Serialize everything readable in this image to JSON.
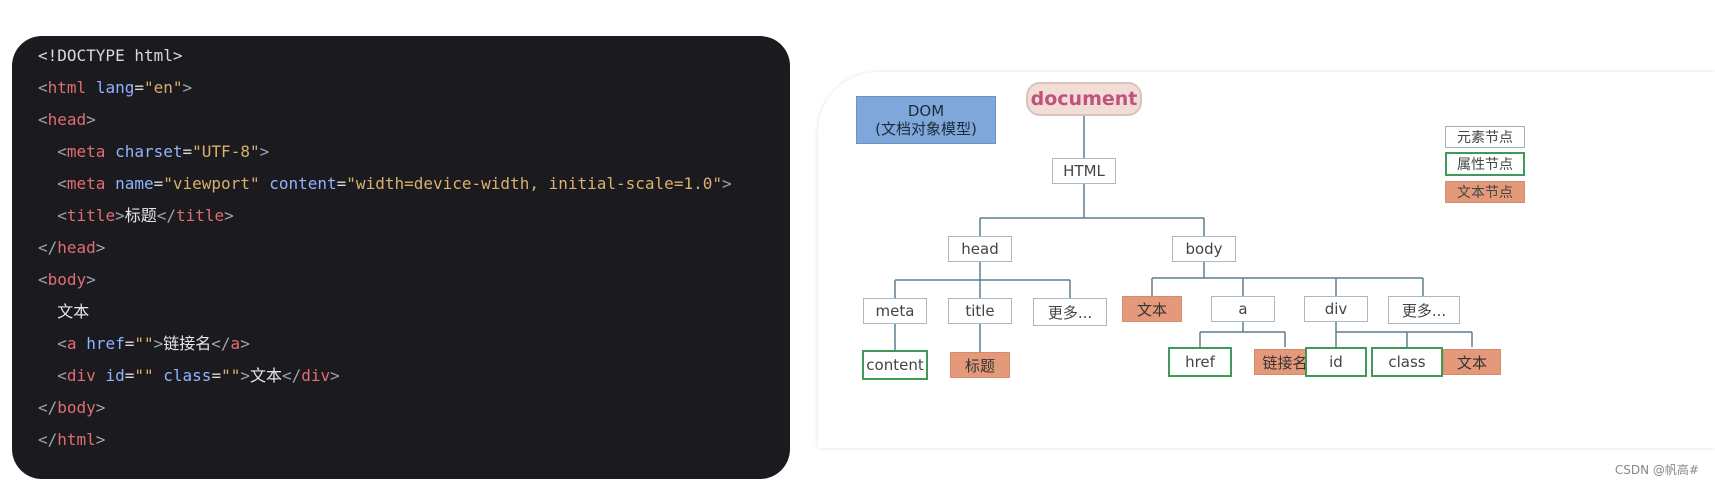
{
  "code": {
    "lines": [
      [
        {
          "t": "pl",
          "v": "<!DOCTYPE html>"
        }
      ],
      [
        {
          "t": "br",
          "v": "<"
        },
        {
          "t": "tag",
          "v": "html"
        },
        {
          "t": "pl",
          "v": " "
        },
        {
          "t": "attr",
          "v": "lang"
        },
        {
          "t": "pl",
          "v": "="
        },
        {
          "t": "str",
          "v": "\"en\""
        },
        {
          "t": "br",
          "v": ">"
        }
      ],
      [
        {
          "t": "br",
          "v": "<"
        },
        {
          "t": "tag",
          "v": "head"
        },
        {
          "t": "br",
          "v": ">"
        }
      ],
      [
        {
          "t": "pl",
          "v": "  "
        },
        {
          "t": "br",
          "v": "<"
        },
        {
          "t": "tag",
          "v": "meta"
        },
        {
          "t": "pl",
          "v": " "
        },
        {
          "t": "attr",
          "v": "charset"
        },
        {
          "t": "pl",
          "v": "="
        },
        {
          "t": "str",
          "v": "\"UTF-8\""
        },
        {
          "t": "br",
          "v": ">"
        }
      ],
      [
        {
          "t": "pl",
          "v": "  "
        },
        {
          "t": "br",
          "v": "<"
        },
        {
          "t": "tag",
          "v": "meta"
        },
        {
          "t": "pl",
          "v": " "
        },
        {
          "t": "attr",
          "v": "name"
        },
        {
          "t": "pl",
          "v": "="
        },
        {
          "t": "str",
          "v": "\"viewport\""
        },
        {
          "t": "pl",
          "v": " "
        },
        {
          "t": "attr",
          "v": "content"
        },
        {
          "t": "pl",
          "v": "="
        },
        {
          "t": "str",
          "v": "\"width=device-width, initial-scale=1.0\""
        },
        {
          "t": "br",
          "v": ">"
        }
      ],
      [
        {
          "t": "pl",
          "v": "  "
        },
        {
          "t": "br",
          "v": "<"
        },
        {
          "t": "tag",
          "v": "title"
        },
        {
          "t": "br",
          "v": ">"
        },
        {
          "t": "txt",
          "v": "标题"
        },
        {
          "t": "br",
          "v": "</"
        },
        {
          "t": "tag",
          "v": "title"
        },
        {
          "t": "br",
          "v": ">"
        }
      ],
      [
        {
          "t": "br",
          "v": "</"
        },
        {
          "t": "tag",
          "v": "head"
        },
        {
          "t": "br",
          "v": ">"
        }
      ],
      [
        {
          "t": "br",
          "v": "<"
        },
        {
          "t": "tag",
          "v": "body"
        },
        {
          "t": "br",
          "v": ">"
        }
      ],
      [
        {
          "t": "pl",
          "v": "  "
        },
        {
          "t": "txt",
          "v": "文本"
        }
      ],
      [
        {
          "t": "pl",
          "v": "  "
        },
        {
          "t": "br",
          "v": "<"
        },
        {
          "t": "tag",
          "v": "a"
        },
        {
          "t": "pl",
          "v": " "
        },
        {
          "t": "attr",
          "v": "href"
        },
        {
          "t": "pl",
          "v": "="
        },
        {
          "t": "str",
          "v": "\"\""
        },
        {
          "t": "br",
          "v": ">"
        },
        {
          "t": "txt",
          "v": "链接名"
        },
        {
          "t": "br",
          "v": "</"
        },
        {
          "t": "tag",
          "v": "a"
        },
        {
          "t": "br",
          "v": ">"
        }
      ],
      [
        {
          "t": "pl",
          "v": "  "
        },
        {
          "t": "br",
          "v": "<"
        },
        {
          "t": "tag",
          "v": "div"
        },
        {
          "t": "pl",
          "v": " "
        },
        {
          "t": "attr",
          "v": "id"
        },
        {
          "t": "pl",
          "v": "="
        },
        {
          "t": "str",
          "v": "\"\""
        },
        {
          "t": "pl",
          "v": " "
        },
        {
          "t": "attr",
          "v": "class"
        },
        {
          "t": "pl",
          "v": "="
        },
        {
          "t": "str",
          "v": "\"\""
        },
        {
          "t": "br",
          "v": ">"
        },
        {
          "t": "txt",
          "v": "文本"
        },
        {
          "t": "br",
          "v": "</"
        },
        {
          "t": "tag",
          "v": "div"
        },
        {
          "t": "br",
          "v": ">"
        }
      ],
      [
        {
          "t": "br",
          "v": "</"
        },
        {
          "t": "tag",
          "v": "body"
        },
        {
          "t": "br",
          "v": ">"
        }
      ],
      [
        {
          "t": "br",
          "v": "</"
        },
        {
          "t": "tag",
          "v": "html"
        },
        {
          "t": "br",
          "v": ">"
        }
      ]
    ]
  },
  "diagram": {
    "dom_label_1": "DOM",
    "dom_label_2": "(文档对象模型)",
    "document": "document",
    "nodes": {
      "html": "HTML",
      "head": "head",
      "body": "body",
      "meta": "meta",
      "title": "title",
      "head_more": "更多...",
      "body_text": "文本",
      "a": "a",
      "div": "div",
      "body_more": "更多...",
      "content": "content",
      "title_text": "标题",
      "href": "href",
      "link_text": "链接名",
      "id": "id",
      "class": "class",
      "div_text": "文本"
    },
    "legend": {
      "element": "元素节点",
      "attribute": "属性节点",
      "text": "文本节点"
    },
    "colors": {
      "element_border": "#a9b9c3",
      "attribute_border": "#3f9a5a",
      "text_fill": "#e49a7a",
      "dom_fill": "#7fa7d9",
      "document_fill": "#f2dcd6",
      "document_text": "#c1527a",
      "connector": "#5f7f8f"
    }
  },
  "watermark": "CSDN @帆高#"
}
